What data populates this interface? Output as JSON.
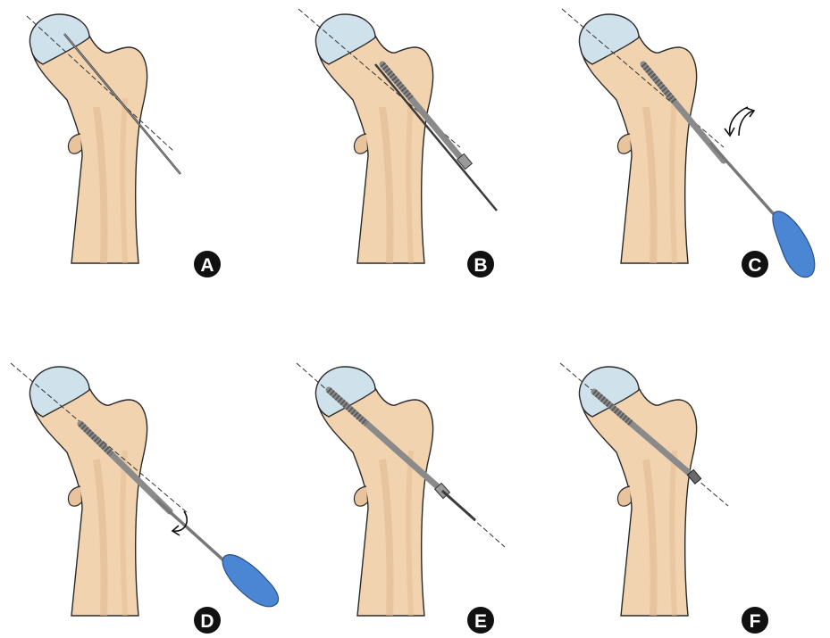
{
  "panels": [
    {
      "label": "A",
      "step": "guide-wire"
    },
    {
      "label": "B",
      "step": "screw-over-guide-wire"
    },
    {
      "label": "C",
      "step": "screwdriver-rotate-back-and-forth"
    },
    {
      "label": "D",
      "step": "screwdriver-rotate"
    },
    {
      "label": "E",
      "step": "screw-advanced"
    },
    {
      "label": "F",
      "step": "final-screw-position"
    }
  ],
  "colors": {
    "bone": "#f1d3b0",
    "bone_shade": "#e3bb92",
    "outline": "#2a2a2a",
    "femoral_head": "#cfe1ea",
    "metal": "#8a8a8a",
    "metal_dark": "#3b3b3b",
    "handle": "#4a86d4",
    "badge": "#111111",
    "badge_text": "#ffffff"
  },
  "icons": {
    "arrows_back_forth": "curved-double-arrow-icon",
    "arrow_rotate": "rotation-arrow-icon"
  }
}
